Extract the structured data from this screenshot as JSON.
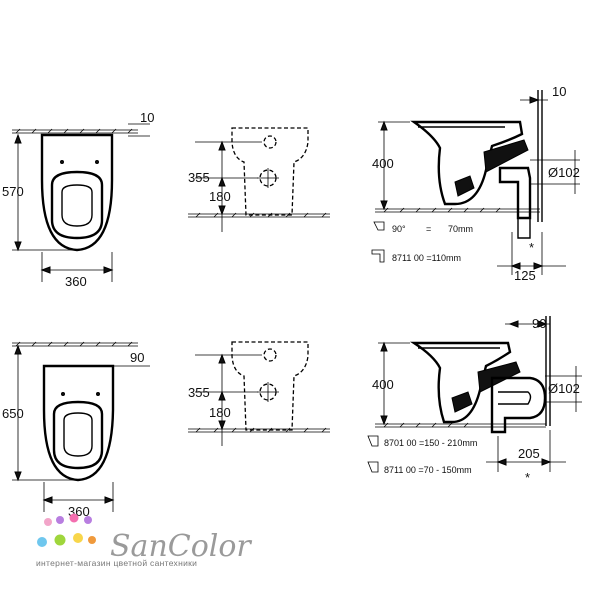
{
  "top_row": {
    "plan_view": {
      "depth": "570",
      "width": "360",
      "offset": "10"
    },
    "front_view": {
      "height_355": "355",
      "height_180": "180"
    },
    "side_view": {
      "height": "400",
      "diameter": "Ø102",
      "offset": "10",
      "horizontal": "125",
      "angle_label": "90°",
      "angle_eq": "=",
      "angle_value": "70mm",
      "part_label": "8711 00 =110mm",
      "star": "*"
    }
  },
  "bottom_row": {
    "plan_view": {
      "depth": "650",
      "width": "360",
      "offset": "90"
    },
    "front_view": {
      "height_355": "355",
      "height_180": "180"
    },
    "side_view": {
      "height": "400",
      "diameter": "Ø102",
      "offset": "90",
      "horizontal": "205",
      "part_label_1": "8701 00 =150 - 210mm",
      "part_label_2": "8711 00 =70 -  150mm",
      "star": "*"
    }
  },
  "branding": {
    "logo_text": "SanColor",
    "tagline": "интернет-магазин цветной сантехники",
    "dot_colors": [
      "#f2a5c9",
      "#b87ee0",
      "#f36fb0",
      "#6fc7ee",
      "#9fd63c",
      "#f8d64a",
      "#f09a3c"
    ]
  }
}
